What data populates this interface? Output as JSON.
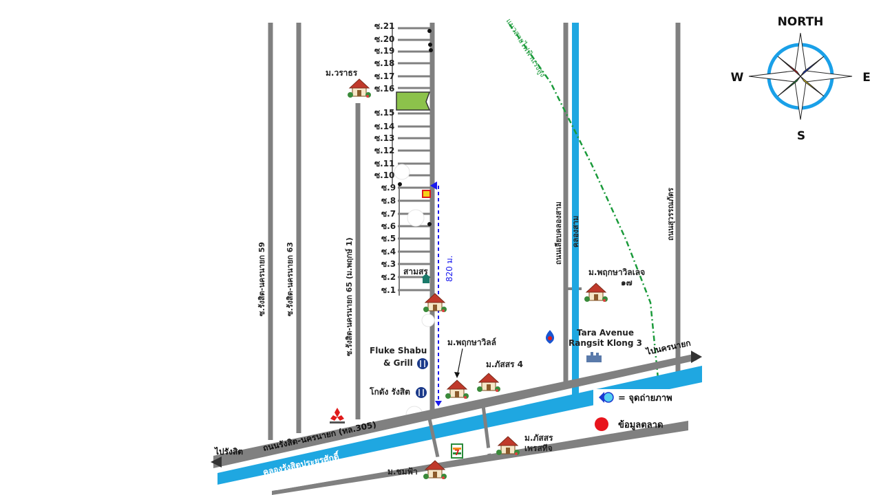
{
  "compass": {
    "north": "NORTH",
    "south": "S",
    "east": "E",
    "west": "W"
  },
  "roads": {
    "main_road": "ถนนรังสิต-นครนายก (ทล.305)",
    "canal": "คลองรังสิตประยูรศักดิ์",
    "to_rangsit": "ไปรังสิต",
    "to_nakhon_nayok": "ไปนครนายก",
    "soi_59": "ซ.รังสิต-นครนายก 59",
    "soi_63": "ซ.รังสิต-นครนายก 63",
    "soi_65": "ซ.รังสิต-นครนายก 65 (ม.พฤกษ์ 1)",
    "khlong_sam_road": "ถนนเลียบคลองสาม",
    "khlong_sam_canal": "คลองสาม",
    "right_road": "ถนนสุวรรณภัตร",
    "power_line": "แนวสายไฟฟ้าแรงสูง"
  },
  "sois": [
    "ซ.21",
    "ซ.20",
    "ซ.19",
    "ซ.18",
    "ซ.17",
    "ซ.16",
    "ซ.15",
    "ซ.14",
    "ซ.13",
    "ซ.12",
    "ซ.11",
    "ซ.10",
    "ซ.9",
    "ซ.8",
    "ซ.7",
    "ซ.6",
    "ซ.5",
    "ซ.4",
    "ซ.3",
    "ซ.2",
    "ซ.1"
  ],
  "distance": "820 ม.",
  "places": {
    "warathorn": "ม.วราธร",
    "samsorn": "สามสร",
    "pruksa_village": "ม.พฤกษาวิลเลจ",
    "pruksa_village_no": "๑๗",
    "tara_line1": "Tara Avenue",
    "tara_line2": "Rangsit Klong 3",
    "fluke_line1": "Fluke Shabu",
    "fluke_line2": "& Grill",
    "pruksa_ville": "ม.พฤกษาวิลล์",
    "passorn4": "ม.ภัสสร 4",
    "kodang": "โกดัง รังสิต",
    "passorn_prestige_line1": "ม.ภัสสร",
    "passorn_prestige_line2": "เพรสทีจ",
    "chomfa": "ม.ชมฟ้า",
    "seven_eleven": "7"
  },
  "legend": {
    "photo_point": "= จุดถ่ายภาพ",
    "market_info": "ข้อมูลตลาด"
  },
  "colors": {
    "road": "#808080",
    "canal": "#1fa7e1",
    "power_line": "#1a9a3a",
    "distance_arrow": "#1a1aee",
    "market_dot": "#e8141c",
    "green_plot": "#8cc24b",
    "house_roof": "#c0392b"
  }
}
